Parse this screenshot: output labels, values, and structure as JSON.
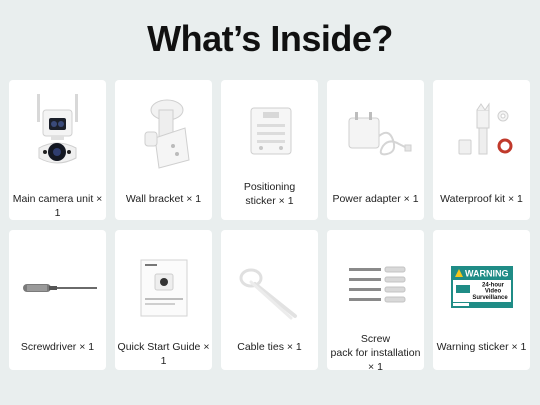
{
  "title": "What’s Inside?",
  "items": [
    {
      "label": "Main camera unit × 1",
      "icon": "camera-icon"
    },
    {
      "label": "Wall bracket × 1",
      "icon": "wall-bracket-icon"
    },
    {
      "label": "Positioning sticker × 1",
      "icon": "positioning-sticker-icon"
    },
    {
      "label": "Power adapter × 1",
      "icon": "power-adapter-icon"
    },
    {
      "label": "Waterproof kit × 1",
      "icon": "waterproof-kit-icon"
    },
    {
      "label": "Screwdriver × 1",
      "icon": "screwdriver-icon"
    },
    {
      "label": "Quick Start Guide × 1",
      "icon": "quick-start-guide-icon"
    },
    {
      "label": "Cable ties × 1",
      "icon": "cable-ties-icon"
    },
    {
      "label": "Screw pack for installation × 1",
      "icon": "screw-pack-icon"
    },
    {
      "label": "Warning sticker × 1",
      "icon": "warning-sticker-icon"
    }
  ],
  "warning_sticker": {
    "heading": "WARNING",
    "line1": "24-hour",
    "line2": "Video",
    "line3": "Surveillance"
  },
  "colors": {
    "background": "#e9eeee",
    "card": "#ffffff",
    "sticker_teal": "#1f8c86"
  }
}
